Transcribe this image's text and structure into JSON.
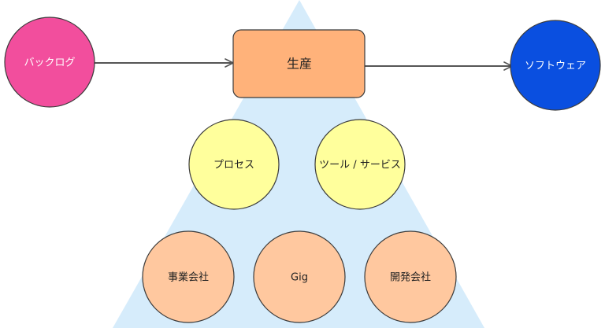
{
  "nodes": {
    "backlog": {
      "label": "バックログ",
      "color": "#f24e9d"
    },
    "production": {
      "label": "生産",
      "color": "#ffb27a"
    },
    "software": {
      "label": "ソフトウェア",
      "color": "#0a4fe0"
    },
    "process": {
      "label": "プロセス",
      "color": "#ffff9c"
    },
    "tools_services": {
      "label": "ツール / サービス",
      "color": "#ffff9c"
    },
    "business_company": {
      "label": "事業会社",
      "color": "#ffc89f"
    },
    "gig": {
      "label": "Gig",
      "color": "#ffc89f"
    },
    "dev_company": {
      "label": "開発会社",
      "color": "#ffc89f"
    }
  },
  "edges": [
    {
      "from": "backlog",
      "to": "production"
    },
    {
      "from": "production",
      "to": "software"
    }
  ],
  "colors": {
    "triangle_fill": "#d6ecfb",
    "stroke": "#3b3b3b",
    "arrow": "#555555"
  }
}
